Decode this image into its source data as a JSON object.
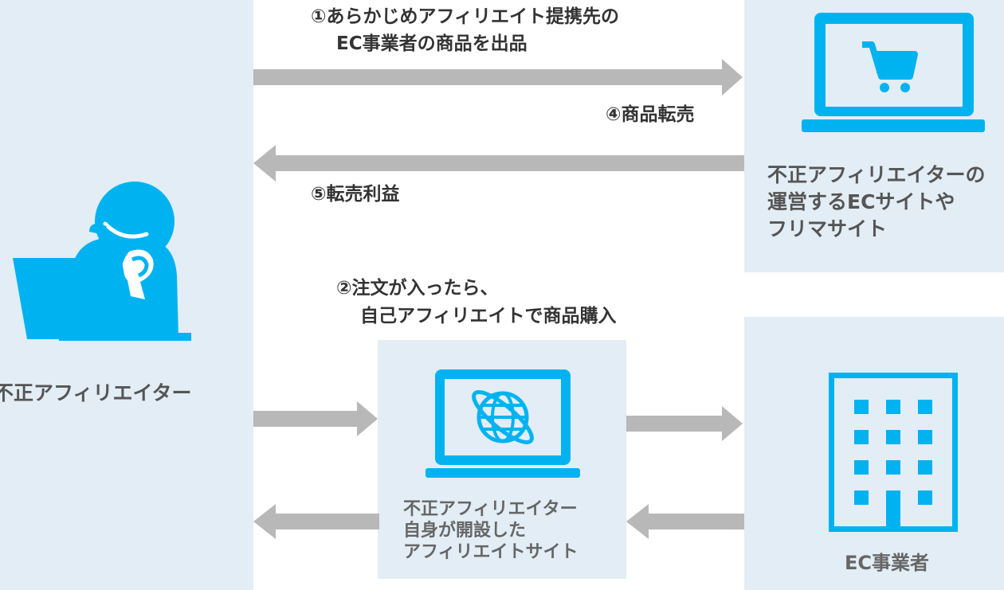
{
  "colors": {
    "panel_bg": "#e3edf5",
    "arrow": "#b8b8b8",
    "icon_blue": "#00b3f0",
    "text_dark": "#333333",
    "text_gray": "#666666"
  },
  "actors": {
    "affiliator": {
      "label": "不正アフィリエイター",
      "icon": "person-with-laptop-icon"
    },
    "fraud_ec_site": {
      "label_lines": [
        "不正アフィリエイターの",
        "運営するECサイトや",
        "フリマサイト"
      ],
      "icon": "laptop-shopping-cart-icon"
    },
    "affiliate_site": {
      "label_lines": [
        "不正アフィリエイター",
        "自身が開設した",
        "アフィリエイトサイト"
      ],
      "icon": "laptop-globe-icon"
    },
    "ec_business": {
      "label": "EC事業者",
      "icon": "office-building-icon"
    }
  },
  "steps": {
    "step1": {
      "lines": [
        "①あらかじめアフィリエイト提携先の",
        "EC事業者の商品を出品"
      ]
    },
    "step2": {
      "lines": [
        "②注文が入ったら、",
        "自己アフィリエイトで商品購入"
      ]
    },
    "step4": {
      "label": "④商品転売"
    },
    "step5": {
      "label": "⑤転売利益"
    }
  }
}
